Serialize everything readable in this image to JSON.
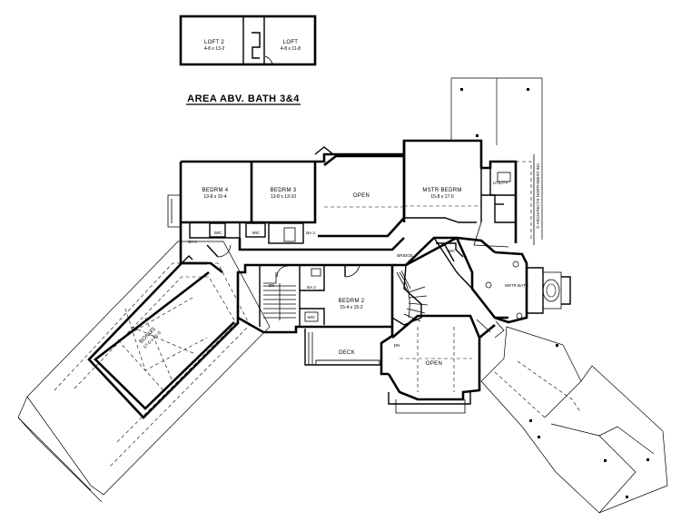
{
  "title": "AREA ABV. BATH 3&4",
  "copyright": "© ARCHITECTS NORTHWEST INC.",
  "loft": {
    "loft2": {
      "name": "LOFT 2",
      "dims": "4-8 x 13-2"
    },
    "loft1": {
      "name": "LOFT",
      "dims": "4-8 x 11-8"
    }
  },
  "rooms": {
    "bedrm4": {
      "name": "BEDRM 4",
      "dims": "13-8 x 15-4"
    },
    "bedrm3": {
      "name": "BEDRM 3",
      "dims": "13-8 x 13-10"
    },
    "open_upper": {
      "name": "OPEN"
    },
    "mstr_bedrm": {
      "name": "MSTR BEDRM",
      "dims": "15-8 x 17-0"
    },
    "utility": {
      "name": "UTILITY"
    },
    "ba4": {
      "name": "BA 4"
    },
    "ba3": {
      "name": "BA 3"
    },
    "ba2": {
      "name": "BA 2"
    },
    "bonus": {
      "name": "BONUS",
      "dims": "17-0 x 31-0"
    },
    "bedrm2": {
      "name": "BEDRM 2",
      "dims": "15-4 x 15-2"
    },
    "bridge": {
      "name": "BRIDGE"
    },
    "deck": {
      "name": "DECK"
    },
    "open_lower": {
      "name": "OPEN"
    },
    "mstr_bath": {
      "name": "MSTR BATH"
    }
  },
  "small_labels": {
    "wic": "WIC",
    "dn": "DN"
  }
}
